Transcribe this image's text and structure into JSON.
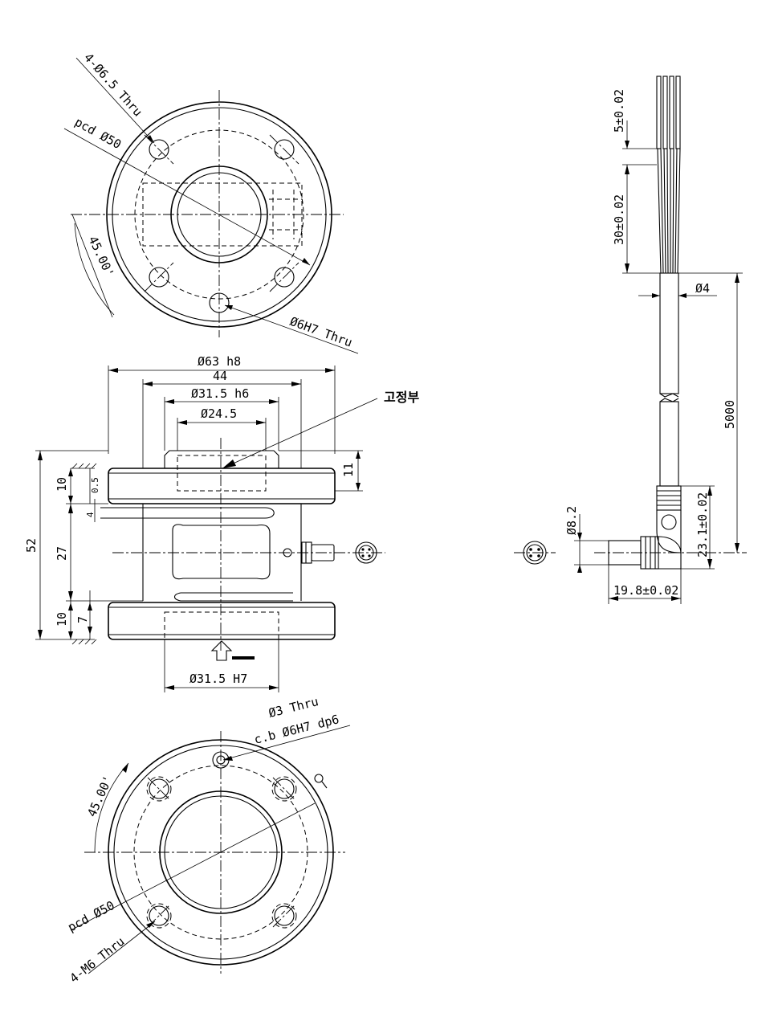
{
  "labels": {
    "holes_top": "4-Ø6.5 Thru",
    "pcd_top": "pcd Ø50",
    "angle_top": "45.00'",
    "pin_hole_top": "Ø6H7 Thru",
    "dia_63": "Ø63 h8",
    "dim_44": "44",
    "dia_31_5_h6": "Ø31.5 h6",
    "dia_24_5": "Ø24.5",
    "fixed_part": "고정부",
    "dim_11": "11",
    "dim_52": "52",
    "dim_10_top": "10",
    "dim_0_5": "0.5",
    "dim_4": "4",
    "dim_27": "27",
    "dim_10_bottom": "10",
    "dim_7": "7",
    "dia_31_5_H7": "Ø31.5 H7",
    "thru_hole_bottom": "Ø3 Thru",
    "cb_bottom": "c.b Ø6H7 dp6",
    "angle_bottom": "45.00'",
    "pcd_bottom": "pcd Ø50",
    "holes_bottom": "4-M6 Thru",
    "wire_5": "5±0.02",
    "wire_30": "30±0.02",
    "cable_dia": "Ø4",
    "cable_len": "5000",
    "conn_dia": "Ø8.2",
    "conn_h": "23.1±0.02",
    "conn_w": "19.8±0.02"
  },
  "icons": [
    "search-icon",
    "force-arrow-icon",
    "connector-face-icon"
  ]
}
